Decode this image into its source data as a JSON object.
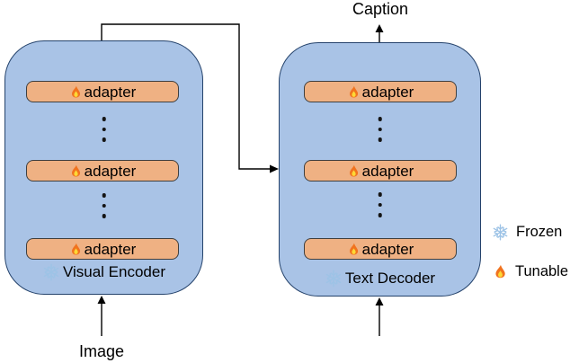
{
  "labels": {
    "caption": "Caption",
    "image": "Image",
    "adapter": "adapter"
  },
  "encoder": {
    "title": "Visual Encoder"
  },
  "decoder": {
    "title": "Text Decoder"
  },
  "legend": {
    "frozen_label": "Frozen",
    "tunable_label": "Tunable"
  },
  "icons": {
    "tunable": "flame-icon",
    "frozen": "snowflake-icon"
  },
  "colors": {
    "module_fill": "#A9C3E6",
    "module_border": "#24426B",
    "adapter_fill": "#EFB183",
    "adapter_border": "#3F3F3F",
    "flame_orange": "#F1731F",
    "flame_yellow": "#FDD835",
    "snowflake_blue": "#9DC3E6",
    "arrow_color": "#000000"
  }
}
